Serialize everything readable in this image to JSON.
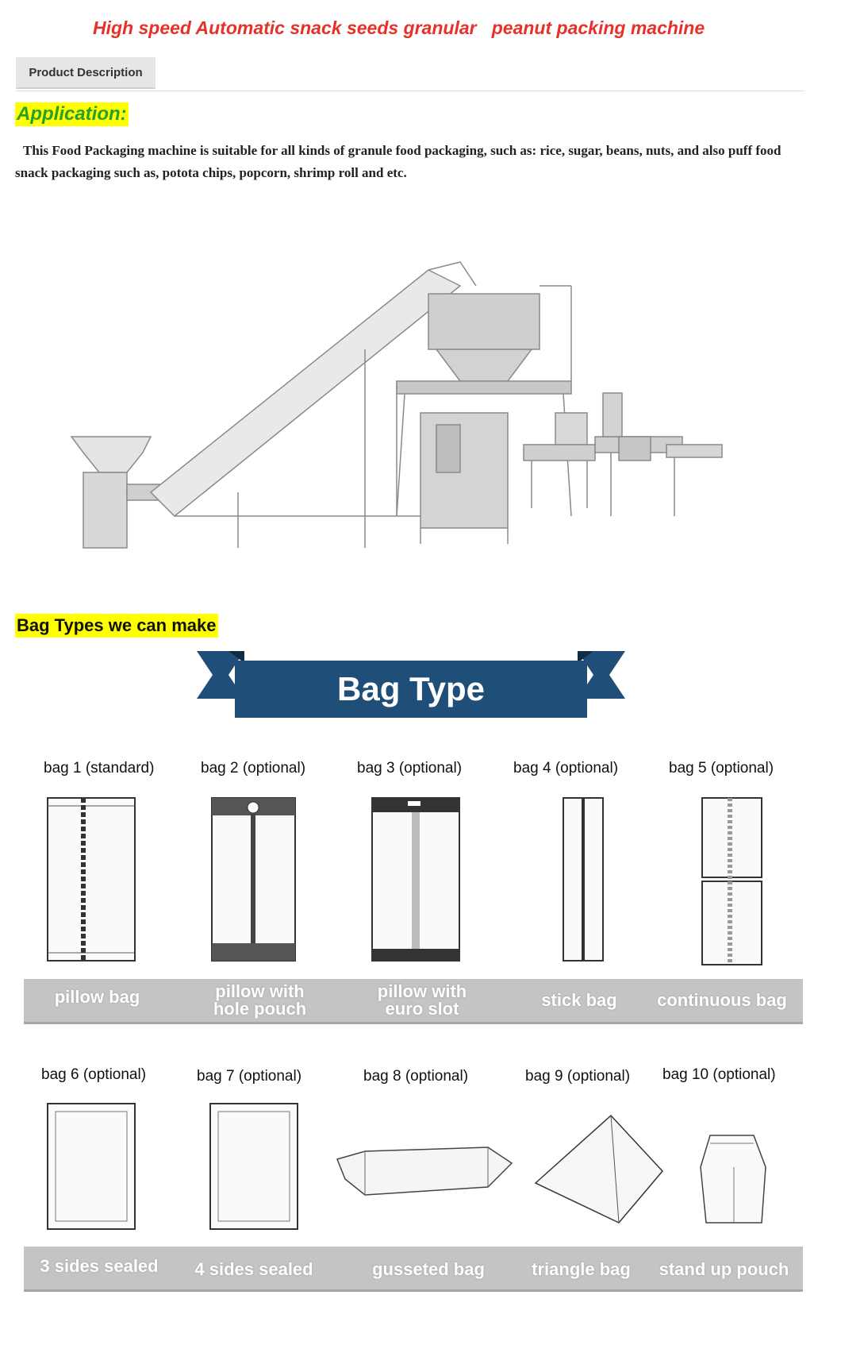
{
  "title": "High speed Automatic snack seeds granular   peanut packing machine",
  "tab": {
    "label": "Product Description"
  },
  "application": {
    "heading": "Application:",
    "text": "This Food Packaging machine is suitable for all kinds of granule food packaging, such as: rice, sugar, beans, nuts, and also puff food snack packaging such as, potota chips, popcorn, shrimp roll and etc."
  },
  "bag_section": {
    "heading": "Bag Types we can make",
    "banner": "Bag Type"
  },
  "row1": {
    "labels": [
      "bag 1 (standard)",
      "bag 2 (optional)",
      "bag 3 (optional)",
      "bag 4  (optional)",
      "bag 5 (optional)"
    ],
    "names": [
      "pillow bag",
      "pillow with\nhole pouch",
      "pillow with\neuro slot",
      "stick bag",
      "continuous bag"
    ]
  },
  "row2": {
    "labels": [
      "bag 6 (optional)",
      "bag 7 (optional)",
      "bag 8 (optional)",
      "bag 9 (optional)",
      "bag 10 (optional)"
    ],
    "names": [
      "3 sides sealed",
      "4 sides sealed",
      "gusseted bag",
      "triangle bag",
      "stand up pouch"
    ]
  },
  "colors": {
    "title": "#e8302a",
    "application_heading": "#27a02a",
    "highlight": "#ffff00",
    "banner_blue": "#1f4e79"
  }
}
